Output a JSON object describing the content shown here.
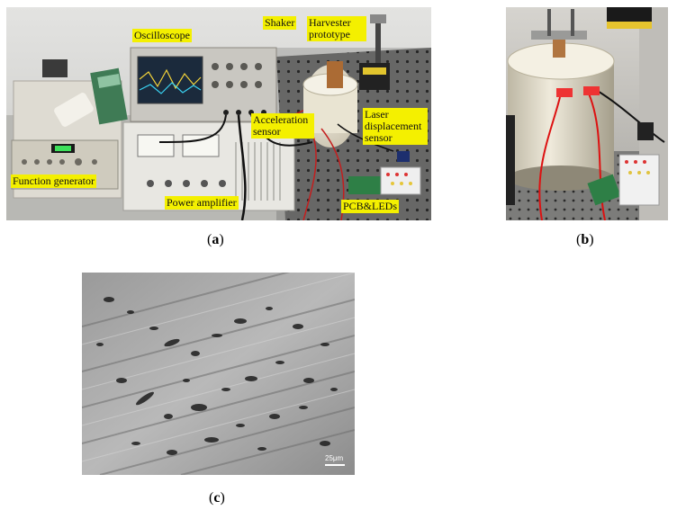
{
  "panel_a": {
    "labels": {
      "oscilloscope": "Oscilloscope",
      "shaker": "Shaker",
      "harvester_prototype": "Harvester prototype",
      "acceleration_sensor": "Acceleration sensor",
      "laser_displacement_sensor": "Laser displacement sensor",
      "function_generator": "Function generator",
      "power_amplifier": "Power amplifier",
      "pcb_leds": "PCB&LEDs"
    },
    "caption_letter": "a"
  },
  "panel_b": {
    "caption_letter": "b"
  },
  "panel_c": {
    "scale_text": "25μm",
    "caption_letter": "c"
  }
}
